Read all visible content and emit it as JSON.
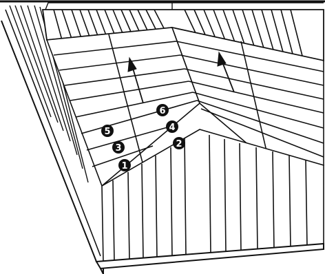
{
  "diagram": {
    "steps": [
      {
        "num": "1"
      },
      {
        "num": "2"
      },
      {
        "num": "3"
      },
      {
        "num": "4"
      },
      {
        "num": "5"
      },
      {
        "num": "6"
      }
    ],
    "ink_color": "#111111",
    "paper_color": "#ffffff"
  }
}
